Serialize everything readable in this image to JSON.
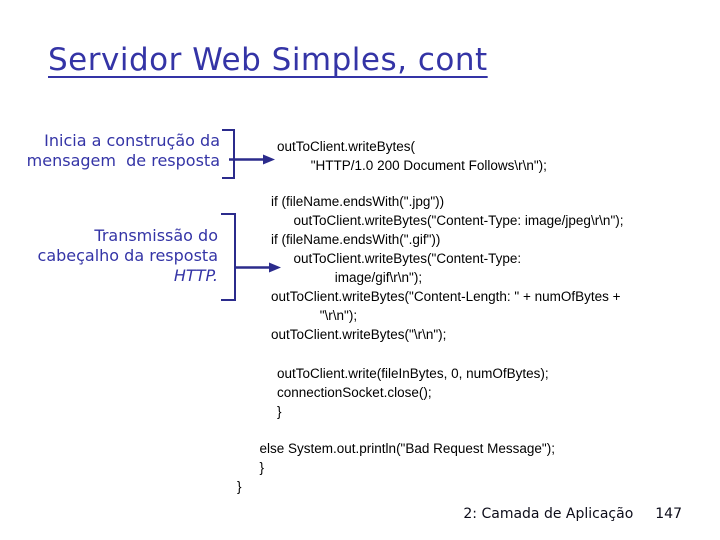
{
  "slide": {
    "title": "Servidor Web Simples, cont",
    "annotations": {
      "start_response": "Inicia a construção da\nmensagem  de resposta",
      "transmit_header_lines": "Transmissão do\ncabeçalho da resposta",
      "transmit_header_tail": "HTTP."
    },
    "code": {
      "block1": "outToClient.writeBytes(\n         \"HTTP/1.0 200 Document Follows\\r\\n\");",
      "block2": "if (fileName.endsWith(\".jpg\"))\n      outToClient.writeBytes(\"Content-Type: image/jpeg\\r\\n\");\nif (fileName.endsWith(\".gif\"))\n      outToClient.writeBytes(\"Content-Type:\n                 image/gif\\r\\n\");\noutToClient.writeBytes(\"Content-Length: \" + numOfBytes +\n             \"\\r\\n\");\noutToClient.writeBytes(\"\\r\\n\");",
      "block3": "outToClient.write(fileInBytes, 0, numOfBytes);\nconnectionSocket.close();\n}",
      "block4": "      else System.out.println(\"Bad Request Message\");\n      }\n}"
    },
    "footer": {
      "section_label": "2: Camada de Aplicação",
      "page_number": "147"
    }
  },
  "colors": {
    "accent_blue": "#3434A6",
    "arrow_blue": "#2B2B8C",
    "code_color": "#000000",
    "background": "#FFFFFF"
  }
}
